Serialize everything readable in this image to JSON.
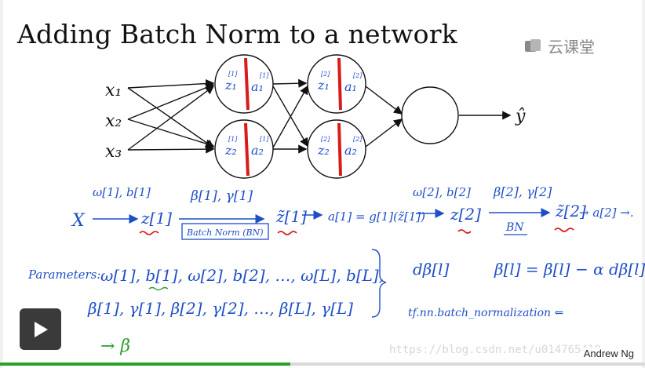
{
  "slide": {
    "title": "Adding Batch Norm to a network",
    "brand": "云课堂",
    "author": "Andrew Ng",
    "watermark": "https://blog.csdn.net/u014765410"
  },
  "network": {
    "inputs": [
      "x₁",
      "x₂",
      "x₃"
    ],
    "layer1_nodes": [
      {
        "z": "z₁",
        "z_sup": "[1]",
        "a": "a₁",
        "a_sup": "[1]"
      },
      {
        "z": "z₂",
        "z_sup": "[1]",
        "a": "a₂",
        "a_sup": "[1]"
      }
    ],
    "layer2_nodes": [
      {
        "z": "z₁",
        "z_sup": "[2]",
        "a": "a₁",
        "a_sup": "[2]"
      },
      {
        "z": "z₂",
        "z_sup": "[2]",
        "a": "a₂",
        "a_sup": "[2]"
      }
    ],
    "output": "ŷ"
  },
  "annotations": {
    "flow_x": "X",
    "flow_w1b1": "ω[1], b[1]",
    "flow_z1": "z[1]",
    "flow_beta_gamma1": "β[1], γ[1]",
    "flow_bn_box": "Batch Norm (BN)",
    "flow_ztilde1": "z̃[1]",
    "flow_a1": "a[1] = g[1](z̃[1])",
    "flow_w2b2": "ω[2], b[2]",
    "flow_z2": "z[2]",
    "flow_beta_gamma2": "β[2], γ[2]",
    "flow_bn2": "BN",
    "flow_ztilde2": "z̃[2]",
    "flow_a2": "→ a[2] →.",
    "params_label": "Parameters:",
    "params_row1": "ω[1], b[1], ω[2], b[2], …, ω[L], b[L],",
    "params_row2": "β[1], γ[1], β[2], γ[2], …, β[L], γ[L]",
    "beta_arrow": "→ β",
    "dbeta": "dβ[l]",
    "update_rule": "β[l] = β[l] − α dβ[l]",
    "tf_call": "tf.nn.batch_normalization ⇐"
  },
  "player": {
    "play_label": "play",
    "progress": 0.45
  },
  "colors": {
    "ink_blue": "#1f4fc7",
    "ink_red": "#d81b1b",
    "ink_green": "#2e9e2e",
    "progress_green": "#29a329"
  }
}
